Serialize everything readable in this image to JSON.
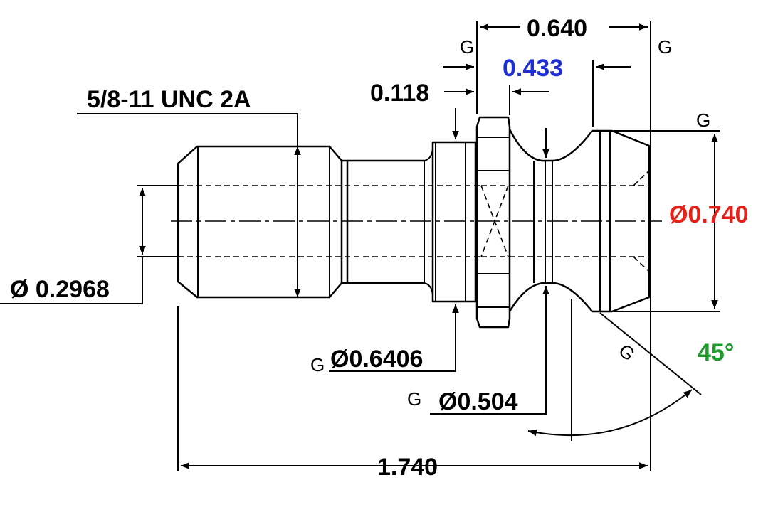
{
  "drawing": {
    "dimensions": {
      "thread": "5/8-11 UNC 2A",
      "bore_dia": "Ø 0.2968",
      "overall_length": "1.740",
      "width_top": "0.640",
      "width_433": "0.433",
      "width_118": "0.118",
      "head_dia": "Ø0.740",
      "collar_dia": "Ø0.6406",
      "neck_dia": "Ø0.504",
      "angle": "45°"
    },
    "g_marks": {
      "g1": "G",
      "g2": "G",
      "g3": "G",
      "g4": "G",
      "g5": "G",
      "g6": "G"
    },
    "colors": {
      "line": "#000000",
      "blue": "#1f2fd6",
      "red": "#e32119",
      "green": "#1f9a2c",
      "background": "#ffffff"
    }
  }
}
